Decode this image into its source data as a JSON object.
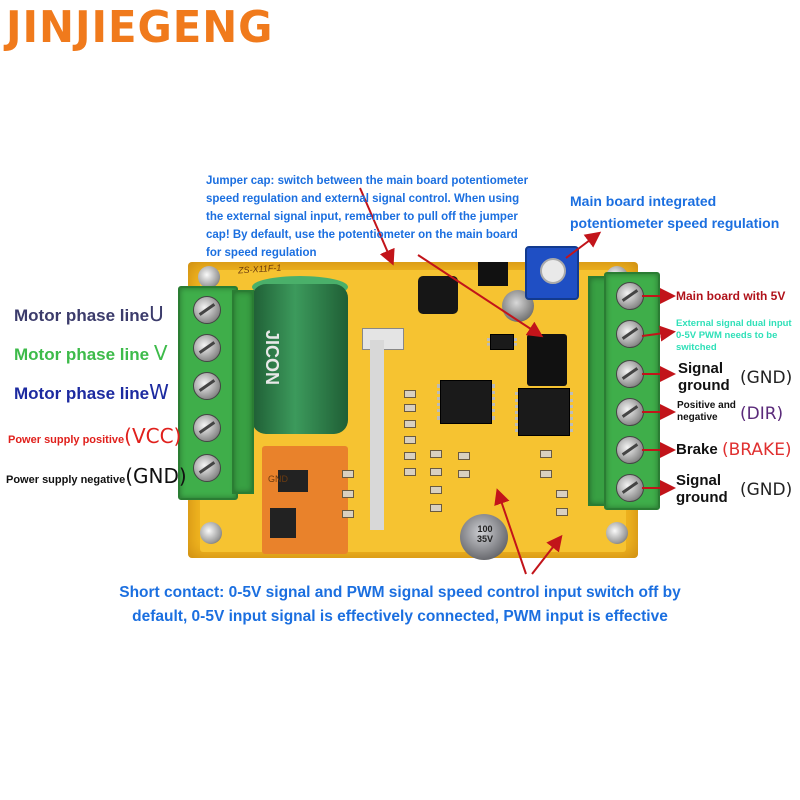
{
  "brand": "JINJIEGENG",
  "callouts": {
    "jumper_cap": "Jumper cap: switch between the main board potentiometer speed regulation and external signal control. When using the external signal input, remember to pull off the jumper cap! By default, use the potentiometer on the main board for speed regulation",
    "potentiometer_line1": "Main board integrated",
    "potentiometer_line2": "potentiometer speed regulation",
    "short_contact_line1": "Short contact: 0-5V signal and PWM signal speed control input switch off by",
    "short_contact_line2": "default, 0-5V input signal is effectively connected, PWM input is effective"
  },
  "left_labels": [
    {
      "text": "Motor phase line",
      "suffix": "U",
      "color": "#3b3b6b"
    },
    {
      "text": "Motor phase line",
      "suffix": "V",
      "color": "#3dbb4a"
    },
    {
      "text": "Motor phase line",
      "suffix": "W",
      "color": "#1c2aa0"
    },
    {
      "text": "Power supply positive",
      "suffix": "(VCC)",
      "color": "#e0201c"
    },
    {
      "text": "Power supply negative",
      "suffix": "(GND)",
      "color": "#111111"
    }
  ],
  "right_labels": {
    "main_board_5v": "Main board with 5V",
    "external_signal": "External signal dual input 0-5V PWM needs to be switched",
    "signal_ground_1": "Signal ground",
    "signal_ground_1_suffix": "(GND)",
    "positive_negative": "Positive and negative",
    "positive_negative_suffix": "(DIR)",
    "brake": "Brake",
    "brake_suffix": "(BRAKE)",
    "signal_ground_2": "Signal ground",
    "signal_ground_2_suffix": "(GND)"
  },
  "board_silkscreen": {
    "model": "ZS-X11F-1",
    "cap_big": "JICON",
    "cap_small": "100 35V",
    "gnd": "GND"
  },
  "colors": {
    "brand": "#f07a1c",
    "callout_blue": "#1b6fe0",
    "arrow_red": "#c2141a",
    "cyan": "#2fe0b8",
    "dark_red": "#b0121a",
    "dir_purple": "#5a2a7a",
    "brake_red": "#e03030",
    "board_yellow": "#f2b720",
    "terminal_green": "#3fae4a"
  }
}
